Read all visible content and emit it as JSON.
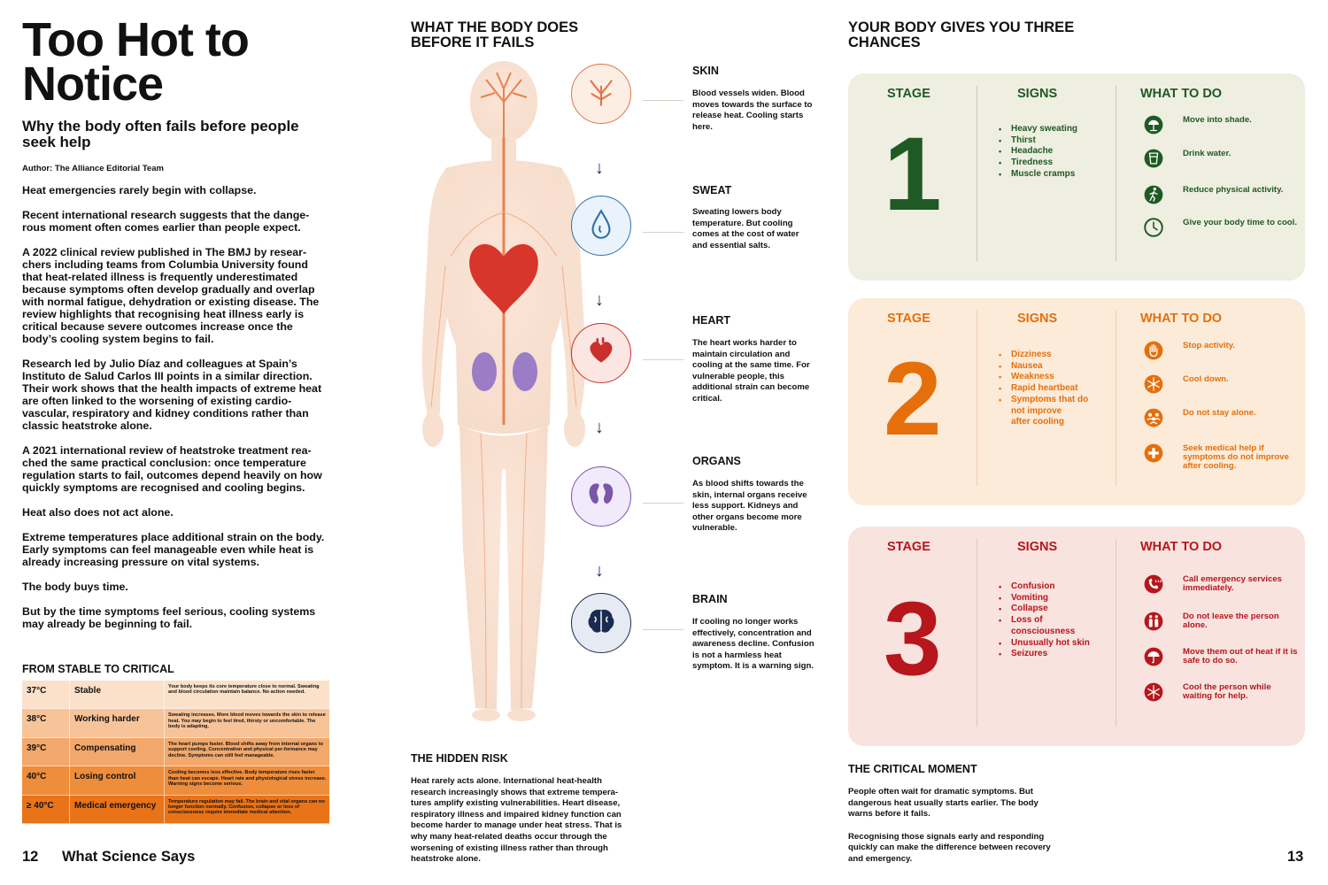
{
  "left": {
    "title": "Too Hot to Notice",
    "subtitle": "Why the body often fails before people seek help",
    "author": "Author: The Alliance Editorial Team",
    "paragraphs": [
      "Heat emergencies rarely begin with collapse.",
      "Recent international research suggests that the dange-rous moment often comes earlier than people expect.",
      "A 2022 clinical review published in The BMJ by resear-chers including teams from Columbia University found that heat-related illness is frequently underestimated because symptoms often develop gradually and overlap with normal fatigue, dehydration or existing disease. The review highlights that recognising heat illness early is critical because severe outcomes increase once the body’s cooling system begins to fail.",
      "Research led by Julio Díaz and colleagues at Spain’s Instituto de Salud Carlos III points in a similar direction. Their work shows that the health impacts of extreme heat are often linked to the worsening of existing cardio-vascular, respiratory and kidney conditions rather than classic heatstroke alone.",
      "A 2021 international review of heatstroke treatment rea-ched the same practical conclusion: once temperature regulation starts to fail, outcomes depend heavily on how quickly symptoms are recognised and cooling begins.",
      "Heat also does not act alone.",
      "Extreme temperatures place additional strain on the body. Early symptoms can feel manageable even while heat is already increasing pressure on vital systems.",
      "The body buys time.",
      "But by the time symptoms feel serious, cooling systems may already be beginning to fail."
    ],
    "table_title": "FROM STABLE TO CRITICAL",
    "table_rows": [
      {
        "temp": "37°C",
        "label": "Stable",
        "desc": "Your body keeps its core temperature close to normal. Sweating and blood circulation maintain balance. No action needed.",
        "color": "#fbe1c9"
      },
      {
        "temp": "38°C",
        "label": "Working harder",
        "desc": "Sweating increases. More blood moves towards the skin to release heat. You may begin to feel tired, thirsty or uncomfortable. The body is adapting.",
        "color": "#f7c499"
      },
      {
        "temp": "39°C",
        "label": "Compensating",
        "desc": "The heart pumps faster. Blood shifts away from internal organs to support cooling. Concentration and physical per-formance may decline. Symptoms can still feel manageable.",
        "color": "#f2a86a"
      },
      {
        "temp": "40°C",
        "label": "Losing control",
        "desc": "Cooling becomes less effective. Body temperature rises faster than heat can escape. Heart rate and physiological stress increase. Warning signs become serious.",
        "color": "#ee8d3c"
      },
      {
        "temp": "≥ 40°C",
        "label": "Medical emergency",
        "desc": "Temperature regulation may fail. The brain and vital organs can no longer function normally. Confusion, collapse or loss of consciousness require immediate medical attention.",
        "color": "#e97318"
      }
    ],
    "page_number": "12",
    "section": "What Science Says"
  },
  "middle": {
    "title": "WHAT THE BODY DOES BEFORE IT FAILS",
    "steps": [
      {
        "title": "SKIN",
        "text": "Blood vessels widen. Blood moves towards the surface to release heat. Cooling starts here.",
        "icon": "skin-vessels-icon",
        "color": "#e0744a",
        "bg": "#fdeee3"
      },
      {
        "title": "SWEAT",
        "text": "Sweating lowers body temperature. But cooling comes at the cost of water and essential salts.",
        "icon": "water-drop-icon",
        "color": "#2f6fa8",
        "bg": "#eaf3fb"
      },
      {
        "title": "HEART",
        "text": "The heart works harder to maintain circulation and cooling at the same time. For vulnerable people, this additional strain can become critical.",
        "icon": "heart-icon",
        "color": "#c9302c",
        "bg": "#fce6e2"
      },
      {
        "title": "ORGANS",
        "text": "As blood shifts towards the skin, internal organs receive less support. Kidneys and other organs become more vulnerable.",
        "icon": "kidneys-icon",
        "color": "#7a56a8",
        "bg": "#f1eafa"
      },
      {
        "title": "BRAIN",
        "text": "If cooling no longer works effectively, concentration and awareness decline. Confusion is not a harmless heat symptom. It is a warning sign.",
        "icon": "brain-icon",
        "color": "#1a2b52",
        "bg": "#e6eaf3"
      }
    ],
    "hidden_risk_title": "THE HIDDEN RISK",
    "hidden_risk_text": "Heat rarely acts alone. International heat-health research increasingly shows that extreme tempera-tures amplify existing vulnerabilities. Heart disease, respiratory illness and impaired kidney function can become harder to manage under heat stress. That is why many heat-related deaths occur through the worsening of existing illness rather than through heatstroke alone."
  },
  "right": {
    "title": "YOUR BODY GIVES YOU THREE CHANCES",
    "headers": {
      "stage": "STAGE",
      "signs": "SIGNS",
      "todo": "WHAT TO DO"
    },
    "stages": [
      {
        "number": "1",
        "color": "#1f5a24",
        "bg": "#eeeee1",
        "divider": "#c8c9b4",
        "signs": [
          [
            "Heavy sweating"
          ],
          [
            "Thirst"
          ],
          [
            "Headache"
          ],
          [
            "Tiredness"
          ],
          [
            "Muscle cramps"
          ]
        ],
        "actions": [
          {
            "text": "Move into shade.",
            "icon": "shade-tree-icon"
          },
          {
            "text": "Drink water.",
            "icon": "water-cup-icon"
          },
          {
            "text": "Reduce physical activity.",
            "icon": "walking-person-icon"
          },
          {
            "text": "Give your body time to cool.",
            "icon": "clock-icon"
          }
        ]
      },
      {
        "number": "2",
        "color": "#e56f0b",
        "bg": "#fcebd9",
        "divider": "#efcfae",
        "signs": [
          [
            "Dizziness"
          ],
          [
            "Nausea"
          ],
          [
            "Weakness"
          ],
          [
            "Rapid heartbeat"
          ],
          [
            "Symptoms that do",
            "not improve",
            "after cooling"
          ]
        ],
        "actions": [
          {
            "text": "Stop activity.",
            "icon": "stop-hand-icon"
          },
          {
            "text": "Cool down.",
            "icon": "snowflake-icon"
          },
          {
            "text": "Do not stay alone.",
            "icon": "group-people-icon"
          },
          {
            "text": "Seek medical help if symptoms do not improve after cooling.",
            "icon": "medical-cross-icon"
          }
        ]
      },
      {
        "number": "3",
        "color": "#b7161c",
        "bg": "#f8e3df",
        "divider": "#e9c2bb",
        "signs": [
          [
            "Confusion"
          ],
          [
            "Vomiting"
          ],
          [
            "Collapse"
          ],
          [
            "Loss of",
            "consciousness"
          ],
          [
            "Unusually hot skin"
          ],
          [
            "Seizures"
          ]
        ],
        "actions": [
          {
            "text": "Call emergency services immediately.",
            "icon": "phone-112-icon"
          },
          {
            "text": "Do not leave the person alone.",
            "icon": "two-people-icon"
          },
          {
            "text": "Move them out of heat if it is safe to do so.",
            "icon": "shade-umbrella-icon"
          },
          {
            "text": "Cool the person while waiting for help.",
            "icon": "snowflake-icon"
          }
        ]
      }
    ],
    "critical_title": "THE CRITICAL MOMENT",
    "critical_paragraphs": [
      "People often wait for dramatic symptoms. But dangerous heat usually starts earlier. The body warns before it fails.",
      "Recognising those signals early and responding quickly can make the difference between recovery and emergency."
    ],
    "page_number": "13"
  }
}
